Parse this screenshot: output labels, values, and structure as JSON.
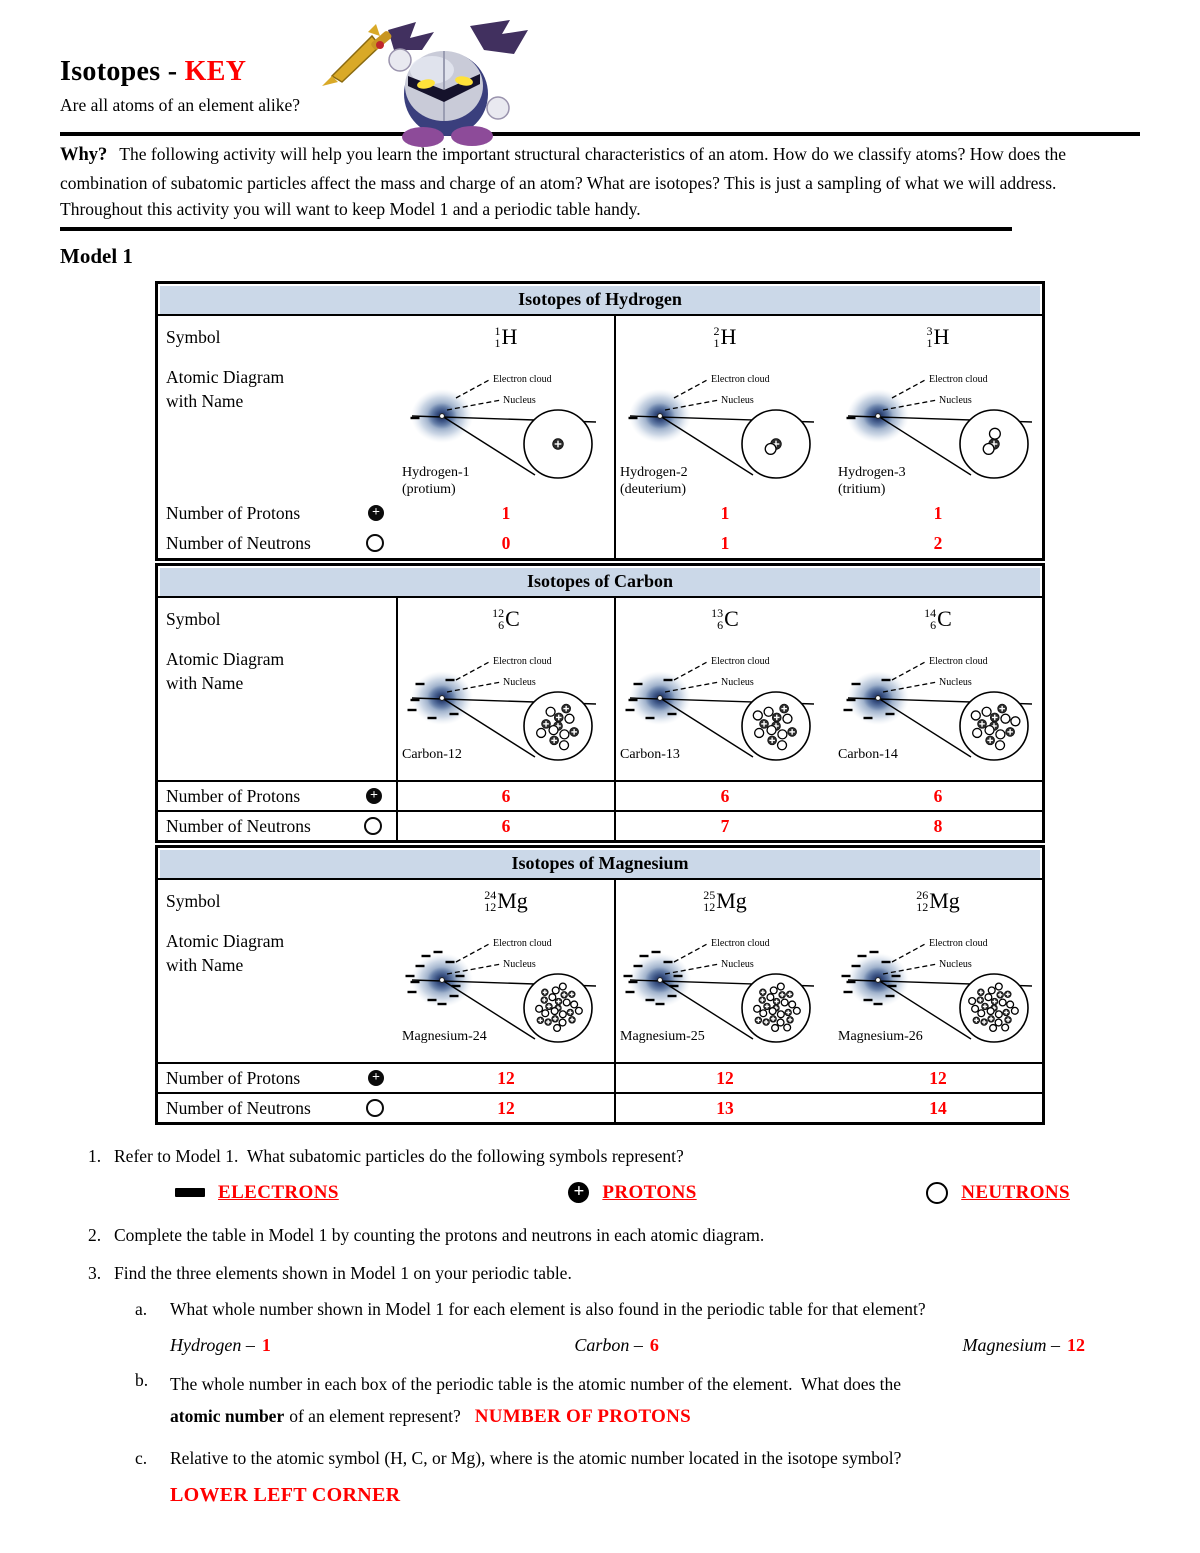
{
  "header": {
    "title_main": "Isotopes -",
    "title_key": "KEY",
    "subtitle": "Are all atoms of an element alike?"
  },
  "why": {
    "label": "Why?",
    "text": "The following activity will help you learn the important structural characteristics of an atom. How do we classify atoms? How does the combination of subatomic particles affect the mass and charge of an atom? What are isotopes? This is just a sampling of what we will address. Throughout this activity you will want to keep Model 1 and a periodic table handy."
  },
  "model_heading": "Model 1",
  "row_labels": {
    "symbol": "Symbol",
    "diagram_line1": "Atomic Diagram",
    "diagram_line2": "with Name",
    "protons": "Number of Protons",
    "neutrons": "Number of Neutrons"
  },
  "diagram_labels": {
    "electron_cloud": "Electron cloud",
    "nucleus": "Nucleus"
  },
  "colors": {
    "answer_red": "#ff0000",
    "table_header_bg": "#cbd8e8"
  },
  "tables": [
    {
      "title": "Isotopes of Hydrogen",
      "isotopes": [
        {
          "mass": "1",
          "atomic": "1",
          "element": "H",
          "name": "Hydrogen-1",
          "alt": "(protium)",
          "protons": "1",
          "neutrons": "0"
        },
        {
          "mass": "2",
          "atomic": "1",
          "element": "H",
          "name": "Hydrogen-2",
          "alt": "(deuterium)",
          "protons": "1",
          "neutrons": "1"
        },
        {
          "mass": "3",
          "atomic": "1",
          "element": "H",
          "name": "Hydrogen-3",
          "alt": "(tritium)",
          "protons": "1",
          "neutrons": "2"
        }
      ]
    },
    {
      "title": "Isotopes of Carbon",
      "isotopes": [
        {
          "mass": "12",
          "atomic": "6",
          "element": "C",
          "name": "Carbon-12",
          "alt": "",
          "protons": "6",
          "neutrons": "6"
        },
        {
          "mass": "13",
          "atomic": "6",
          "element": "C",
          "name": "Carbon-13",
          "alt": "",
          "protons": "6",
          "neutrons": "7"
        },
        {
          "mass": "14",
          "atomic": "6",
          "element": "C",
          "name": "Carbon-14",
          "alt": "",
          "protons": "6",
          "neutrons": "8"
        }
      ]
    },
    {
      "title": "Isotopes of Magnesium",
      "isotopes": [
        {
          "mass": "24",
          "atomic": "12",
          "element": "Mg",
          "name": "Magnesium-24",
          "alt": "",
          "protons": "12",
          "neutrons": "12"
        },
        {
          "mass": "25",
          "atomic": "12",
          "element": "Mg",
          "name": "Magnesium-25",
          "alt": "",
          "protons": "12",
          "neutrons": "13"
        },
        {
          "mass": "26",
          "atomic": "12",
          "element": "Mg",
          "name": "Magnesium-26",
          "alt": "",
          "protons": "12",
          "neutrons": "14"
        }
      ]
    }
  ],
  "questions": {
    "q1": {
      "num": "1.",
      "text": "Refer to Model 1.  What subatomic particles do the following symbols represent?",
      "answers": [
        {
          "icon": "minus-bar",
          "label": "ELECTRONS"
        },
        {
          "icon": "plus-circle",
          "label": "PROTONS"
        },
        {
          "icon": "open-circle",
          "label": "NEUTRONS"
        }
      ]
    },
    "q2": {
      "num": "2.",
      "text": "Complete the table in Model 1 by counting the protons and neutrons in each atomic diagram."
    },
    "q3": {
      "num": "3.",
      "text": "Find the three elements shown in Model 1 on your periodic table.",
      "a": {
        "num": "a.",
        "text": "What whole number shown in Model 1 for each element is also found in the periodic table for that element?",
        "answers": [
          {
            "element": "Hydrogen –",
            "value": "1"
          },
          {
            "element": "Carbon –",
            "value": "6"
          },
          {
            "element": "Magnesium –",
            "value": "12"
          }
        ]
      },
      "b": {
        "num": "b.",
        "text_1": "The whole number in each box of the periodic table is the atomic number of the element.  What does the",
        "text_bold": "atomic number",
        "text_2": "of an element represent?",
        "answer": "NUMBER OF PROTONS"
      },
      "c": {
        "num": "c.",
        "text": "Relative to the atomic symbol (H, C, or Mg), where is the atomic number located in the isotope symbol?",
        "answer": "LOWER LEFT CORNER"
      }
    }
  }
}
